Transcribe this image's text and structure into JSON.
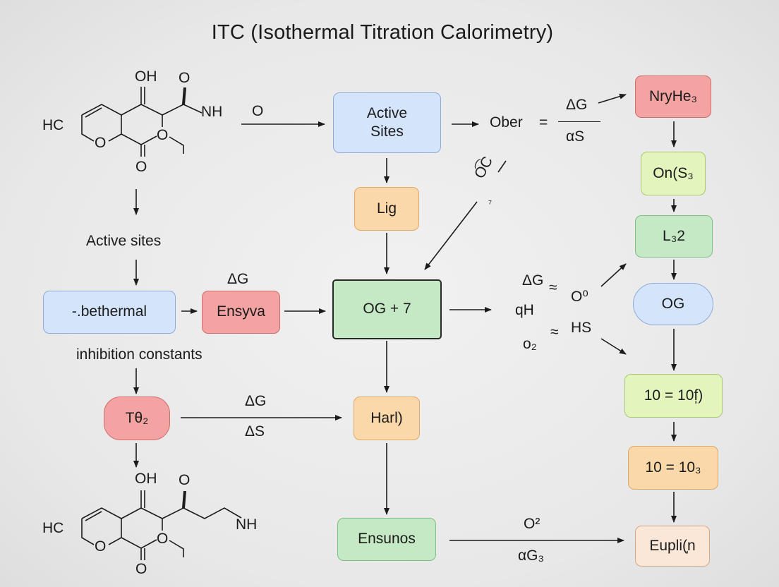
{
  "title": "ITC (Isothermal Titration Calorimetry)",
  "colors": {
    "blue": "#d4e4fb",
    "orange": "#fbd8a9",
    "green": "#c5e8c5",
    "red": "#f4a3a3",
    "lime": "#e3f4bd",
    "peach": "#fbe7d8"
  },
  "molecule_top": {
    "hc": "HC",
    "oh": "OH",
    "o_ketone": "O",
    "nh": "NH",
    "o_ring": "O",
    "o_ether": "O",
    "o_bottom": "O"
  },
  "molecule_bottom": {
    "hc": "HC",
    "oh": "OH",
    "o_ketone": "O",
    "nh": "NH",
    "o_ring": "O",
    "o_ether": "O",
    "o_bottom": "O"
  },
  "left_column": {
    "active_sites_label": "Active sites",
    "isothermal_box": "-.bethermal",
    "inhibition_label": "inhibition constants",
    "tdz_box": "Tθ₂"
  },
  "enzyme": {
    "dg_label": "ΔG",
    "box": "Ensyva"
  },
  "center_column": {
    "o_label": "O",
    "active_sites_box_line1": "Active",
    "active_sites_box_line2": "Sites",
    "lig_box": "Lig",
    "og7_box": "OG + 7",
    "harl_box": "Harl)",
    "ensunos_box": "Ensunos"
  },
  "arrow_labels": {
    "tdz_dg": "ΔG",
    "tdz_ds": "ΔS",
    "diag_text": "O͡C",
    "diag_text2": "⁷",
    "ensunos_top": "O²",
    "ensunos_bottom": "αG₃"
  },
  "equation": {
    "ober": "Ober",
    "equals": "=",
    "numerator": "ΔG",
    "denominator": "αS"
  },
  "right_labels": {
    "dg": "ΔG",
    "eq1": "≈",
    "o0": "O⁰",
    "qh": "qH",
    "o2": "o₂",
    "eq2": "≈",
    "hs": "HS"
  },
  "right_column": {
    "nryhe_box": "NryHe₃",
    "ons_box": "On(S₃",
    "l32_box": "L₃2",
    "og_box": "OG",
    "ten_box_1": "10 = 10f̩)",
    "ten_box_2": "10 = 10₃",
    "eupli_box": "Eupli(̩n"
  }
}
